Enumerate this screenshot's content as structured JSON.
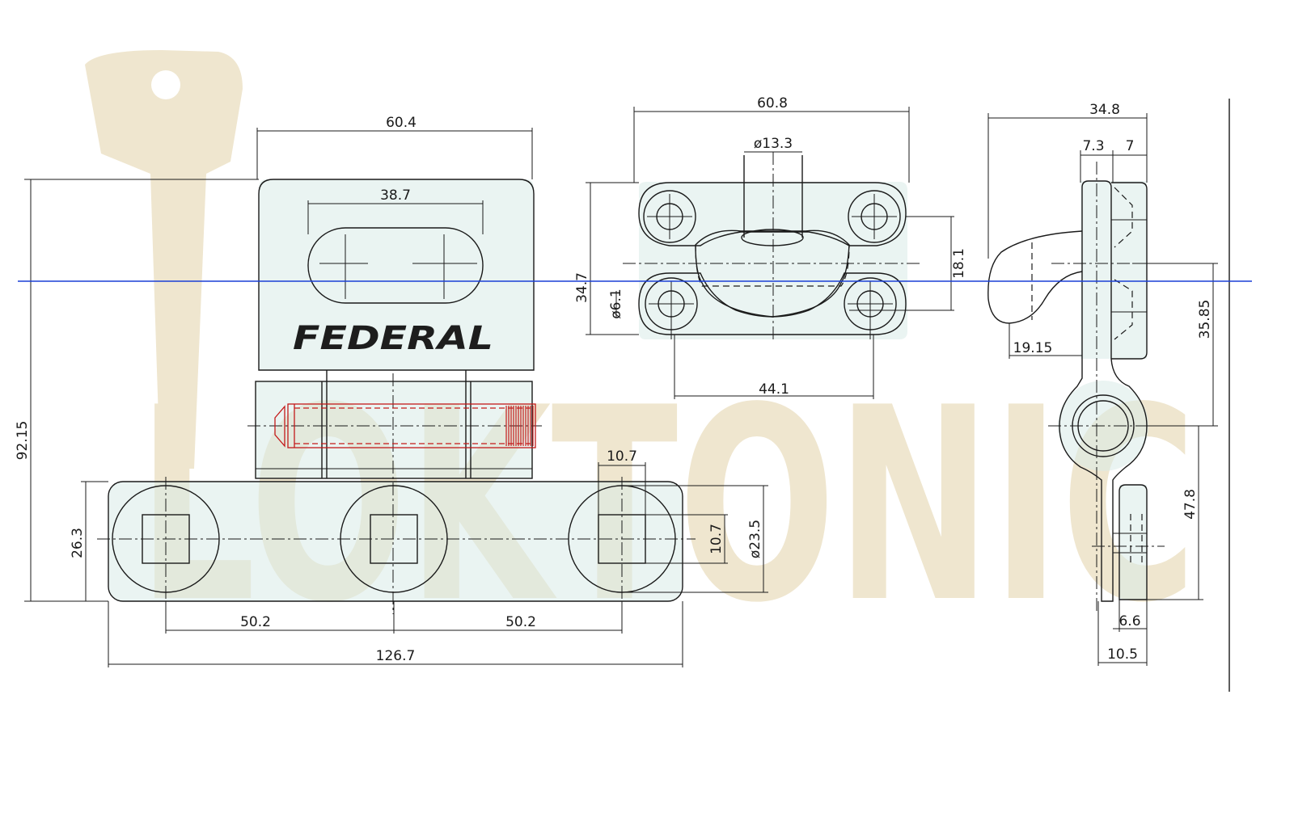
{
  "watermark_text": "LOKTONIC",
  "brand_logo_text": "FEDERAL",
  "colors": {
    "line": "#1a1a1a",
    "horizontal_axis": "#1a3fd6",
    "thread_detail": "#c41a1a",
    "watermark": "#efe6cf",
    "part_tint": "#d8ebe8"
  },
  "dimensions": {
    "front_top_width": "60.4",
    "front_slot_width": "38.7",
    "front_overall_height": "92.15",
    "front_base_height": "26.3",
    "front_hole_spacing_left": "50.2",
    "front_hole_spacing_right": "50.2",
    "front_overall_width": "126.7",
    "front_square_top": "10.7",
    "front_square_side": "10.7",
    "front_hole_diameter": "ø23.5",
    "keeper_width": "60.8",
    "keeper_bolt_diameter": "ø13.3",
    "keeper_height": "34.7",
    "keeper_screw_diameter": "ø6.1",
    "keeper_cup_depth": "18.1",
    "keeper_hole_spacing": "44.1",
    "side_width": "34.8",
    "side_offset_a": "7.3",
    "side_offset_b": "7",
    "side_hook_offset": "19.15",
    "side_upper_height": "35.85",
    "side_lower_height": "47.8",
    "side_foot_width": "6.6",
    "side_base_width": "10.5"
  }
}
